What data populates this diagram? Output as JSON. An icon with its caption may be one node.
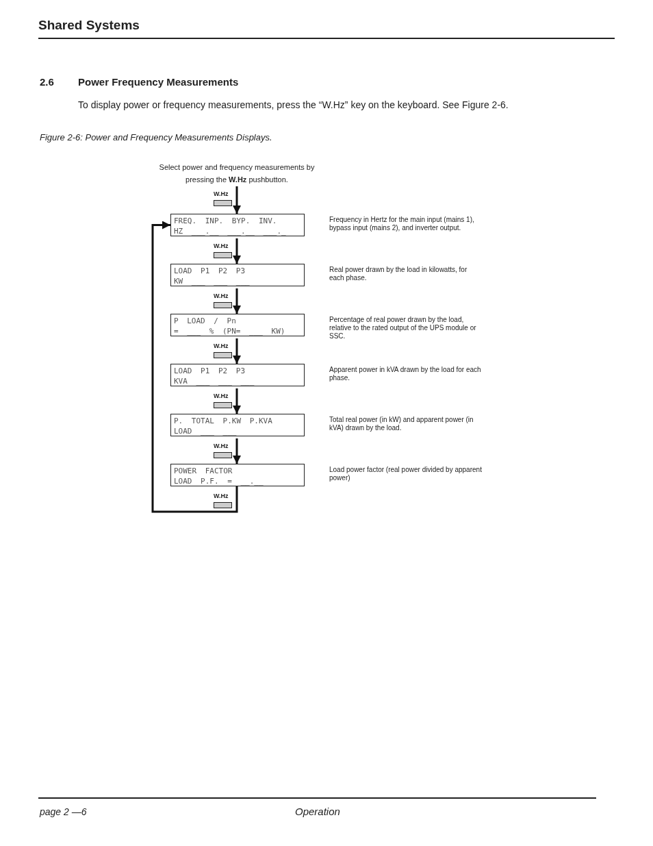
{
  "diagram": {
    "title": "Shared Systems",
    "caption": "Figure 2-6: Power and Frequency Measurements Displays.",
    "nodes": [
      {
        "text": [
          "Select power and frequency measurements by pressing the **W.Hz** pushbutton."
        ]
      },
      {
        "text": [
          "FREQ. INP. BYP. INV.",
          "HZ ___.__ ___.__ ___._"
        ],
        "beside": [
          "Frequency in Hertz for the main input (mains 1), bypass input (mains 2), and inverter output."
        ]
      },
      {
        "text": [
          "LOAD P1 P2 P3",
          "KW ___ ___ ___"
        ],
        "beside": [
          "Real power drawn by the load in kilowatts, for each phase."
        ]
      },
      {
        "text": [
          "P LOAD / Pn",
          "= ___ % (PN= ___ KW)"
        ],
        "beside": [
          "Percentage of real power drawn by the load, relative to the rated output of the UPS module or SSC."
        ]
      },
      {
        "text": [
          "LOAD P1 P2 P3",
          "KVA ___ ___ ___"
        ],
        "beside": [
          "Apparent power in kVA drawn by the load for each phase."
        ]
      },
      {
        "text": [
          "P. TOTAL P.KW P.KVA",
          "LOAD ___ ___"
        ],
        "beside": [
          "Total real power (in kW) and apparent power (in kVA) drawn by the load."
        ]
      },
      {
        "text": [
          "POWER FACTOR",
          "LOAD P.F. = __.__"
        ],
        "beside": [
          "Load power factor (real power divided by apparent power)"
        ]
      }
    ],
    "edges": [
      {
        "from": 0,
        "to": 1,
        "arrow": "to",
        "label": "W.Hz"
      },
      {
        "from": 1,
        "to": 2,
        "arrow": "to",
        "label": "W.Hz"
      },
      {
        "from": 2,
        "to": 3,
        "arrow": "to",
        "label": "W.Hz"
      },
      {
        "from": 3,
        "to": 4,
        "arrow": "to",
        "label": "W.Hz"
      },
      {
        "from": 4,
        "to": 5,
        "arrow": "to",
        "label": "W.Hz"
      },
      {
        "from": 5,
        "to": 6,
        "arrow": "to",
        "label": "W.Hz"
      },
      {
        "from": 6,
        "to": 1,
        "arrow": "to",
        "label": "W.Hz"
      }
    ],
    "labels": [
      "2.6",
      "Power Frequency Measurements",
      "To display power or frequency measurements, press the “W.Hz” key on the keyboard. See Figure 2-6.",
      "page 2 —6",
      "Operation"
    ]
  }
}
